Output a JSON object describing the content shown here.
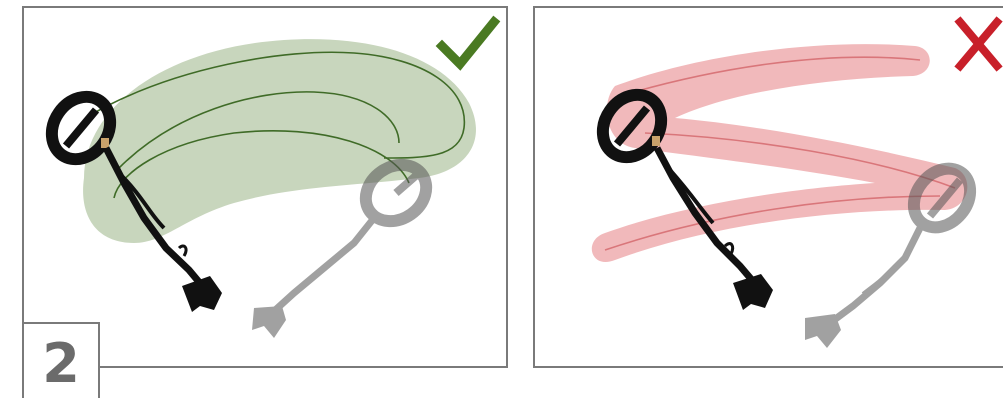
{
  "step": {
    "number": "2"
  },
  "panels": [
    {
      "id": "correct",
      "verdict_icon": "check-icon",
      "sweep_color": "#c8d6bd",
      "path_color": "#3f6b27",
      "icon_color": "#4a7a22"
    },
    {
      "id": "incorrect",
      "verdict_icon": "cross-icon",
      "sweep_color": "#f1b9bb",
      "path_color": "#d9767a",
      "icon_color": "#c8202a"
    }
  ],
  "colors": {
    "border": "#7a7a7a",
    "detector_dark": "#111111",
    "detector_ghost": "#8c8c8c",
    "step_text": "#6b6b6b"
  }
}
